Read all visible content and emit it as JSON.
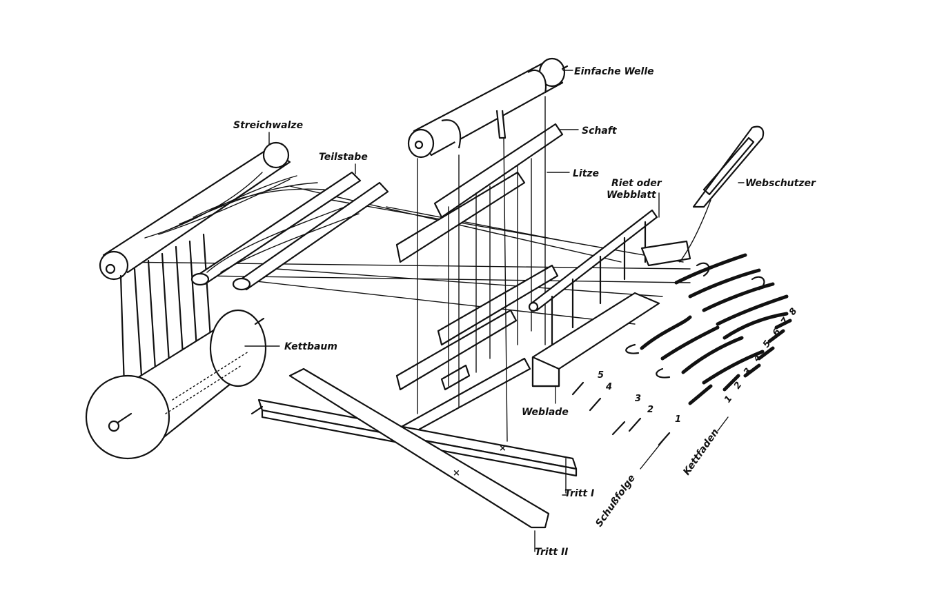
{
  "labels": {
    "einfache_welle": "Einfache Welle",
    "schaft": "Schaft",
    "litze": "Litze",
    "riet_line1": "Riet oder",
    "riet_line2": "Webblatt",
    "webschutzer": "Webschutzer",
    "streichwalze": "Streichwalze",
    "teilstabe": "Teilstabe",
    "kettbaum": "Kettbaum",
    "weblade": "Weblade",
    "tritt1": "Tritt I",
    "tritt2": "Tritt II",
    "schussfolge": "Schußfolge",
    "kettfaden": "Kettfaden"
  },
  "shot_numbers": [
    "5",
    "4",
    "3",
    "2",
    "1"
  ],
  "warp_numbers": [
    "1",
    "2",
    "3",
    "4",
    "5",
    "6",
    "7",
    "8"
  ]
}
